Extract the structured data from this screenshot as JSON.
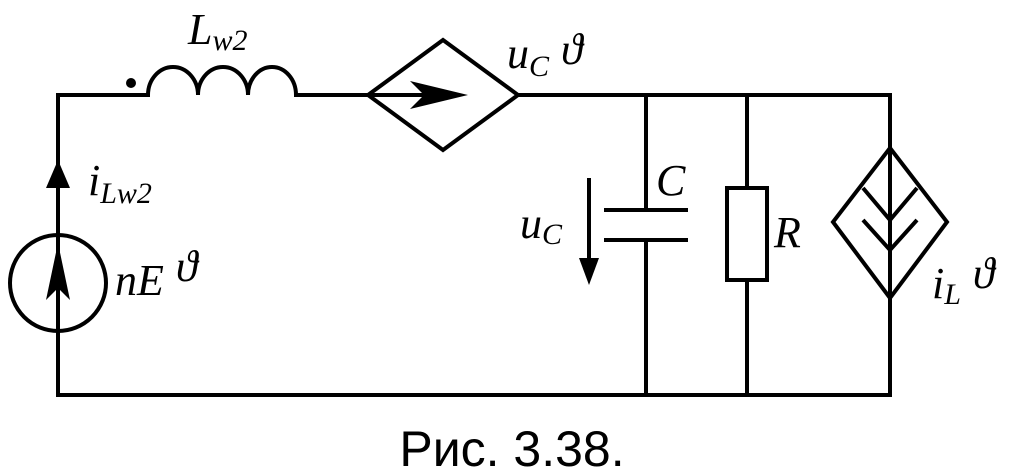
{
  "diagram": {
    "labels": {
      "inductor_L": "L",
      "inductor_sub": "w2",
      "dep_voltage_source_u": "u",
      "dep_voltage_source_sub": "C",
      "dep_voltage_source_factor": "ϑ",
      "current_i": "i",
      "current_sub": "Lw2",
      "source_main": "nE",
      "source_factor": "ϑ",
      "capacitor": "C",
      "cap_voltage_u": "u",
      "cap_voltage_sub": "C",
      "resistor": "R",
      "dep_current_i": "i",
      "dep_current_sub": "L",
      "dep_current_factor": "ϑ"
    },
    "caption": "Рис. 3.38."
  }
}
